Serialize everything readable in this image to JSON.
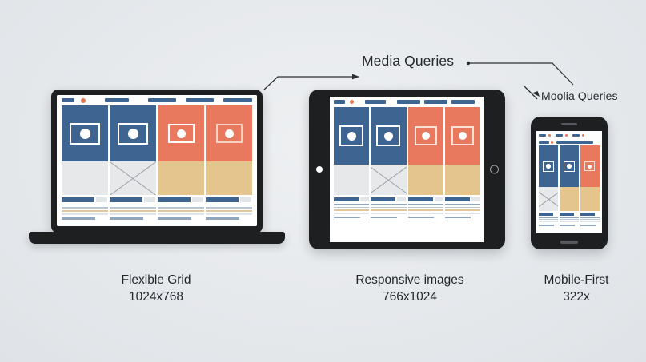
{
  "background_color": "#e4e7ea",
  "palette": {
    "blue": "#3e6591",
    "orange": "#e8795e",
    "tan": "#e4c58e",
    "gray_block": "#e6e8ea",
    "device_frame": "#1d1f21",
    "text": "#23272b"
  },
  "callouts": [
    {
      "name": "media-queries",
      "label": "Media Queries"
    },
    {
      "name": "moolia-queries",
      "label": "Moolia Queries"
    }
  ],
  "devices": [
    {
      "name": "laptop",
      "caption_title": "Flexible Grid",
      "caption_dims": "1024x768",
      "columns": 4
    },
    {
      "name": "tablet",
      "caption_title": "Responsive images",
      "caption_dims": "766x1024",
      "columns": 4
    },
    {
      "name": "phone",
      "caption_title": "Mobile-First",
      "caption_dims": "322x",
      "columns": 3
    }
  ],
  "wireframe": {
    "laptop": {
      "nav_items": [
        "bar-small",
        "dot-orange",
        "bar-medium",
        "bar-wide",
        "bar-wide",
        "bar-wide"
      ],
      "hero_tiles": [
        "blue",
        "blue",
        "orange",
        "orange"
      ],
      "mid_blocks": [
        "gray",
        "gray-x",
        "tan",
        "tan"
      ],
      "text_columns": 4
    },
    "tablet": {
      "nav_items": [
        "bar-small",
        "dot-orange",
        "bar-medium",
        "bar-wide",
        "bar-wide",
        "bar-wide"
      ],
      "hero_tiles": [
        "blue",
        "blue",
        "orange",
        "orange"
      ],
      "mid_blocks": [
        "gray",
        "gray-x",
        "tan",
        "tan"
      ],
      "text_columns": 4
    },
    "phone": {
      "nav_items": [
        "bar-small",
        "dot-orange",
        "bar-small",
        "dot-orange",
        "bar-small",
        "dot-orange"
      ],
      "hero_tiles": [
        "blue",
        "blue",
        "orange"
      ],
      "mid_blocks": [
        "gray-x",
        "tan",
        "tan"
      ],
      "text_columns": 3
    }
  }
}
